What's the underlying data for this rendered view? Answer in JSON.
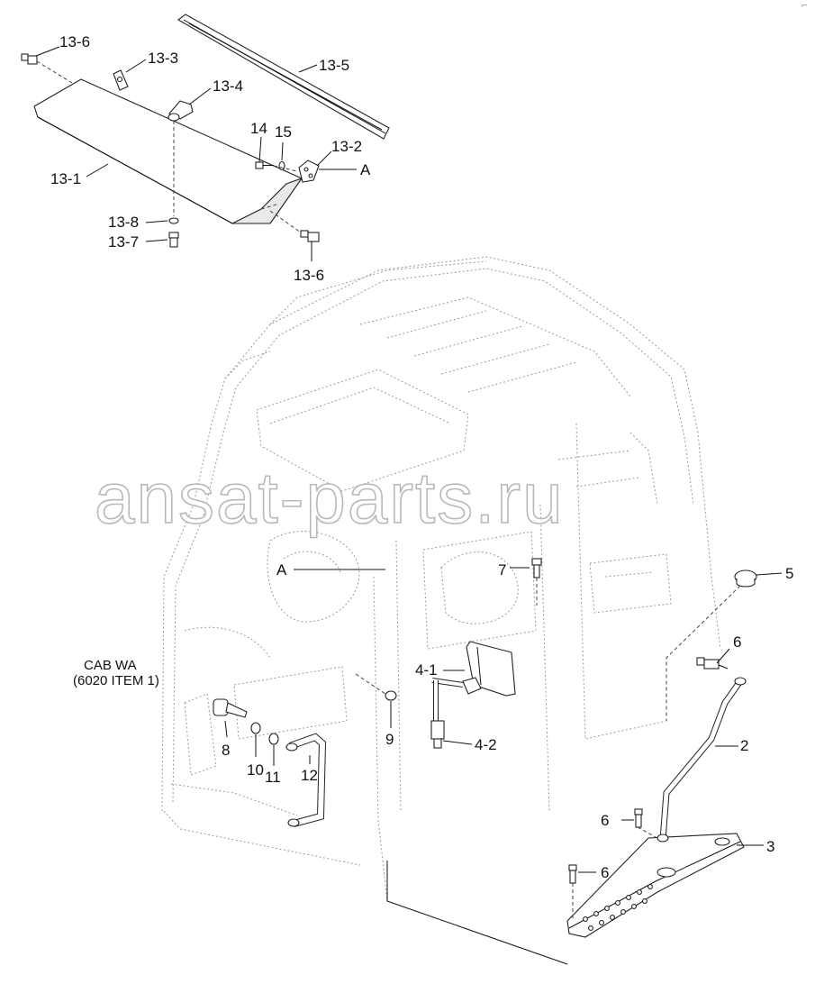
{
  "labels": {
    "l13_6a": "13-6",
    "l13_3": "13-3",
    "l13_5": "13-5",
    "l13_4": "13-4",
    "l14": "14",
    "l15": "15",
    "l13_2": "13-2",
    "lA_top": "A",
    "l13_1": "13-1",
    "l13_8": "13-8",
    "l13_7": "13-7",
    "l13_6b": "13-6",
    "lA_mid": "A",
    "l7": "7",
    "l5": "5",
    "l6a": "6",
    "l4_1": "4-1",
    "l9": "9",
    "l4_2": "4-2",
    "l2": "2",
    "l8": "8",
    "l10": "10",
    "l11": "11",
    "l12": "12",
    "l6b": "6",
    "l3": "3",
    "l6c": "6"
  },
  "note": {
    "line1": "CAB WA",
    "line2": "(6020 ITEM 1)"
  },
  "watermark": "ansat-parts.ru",
  "corner_mark": "⌐"
}
